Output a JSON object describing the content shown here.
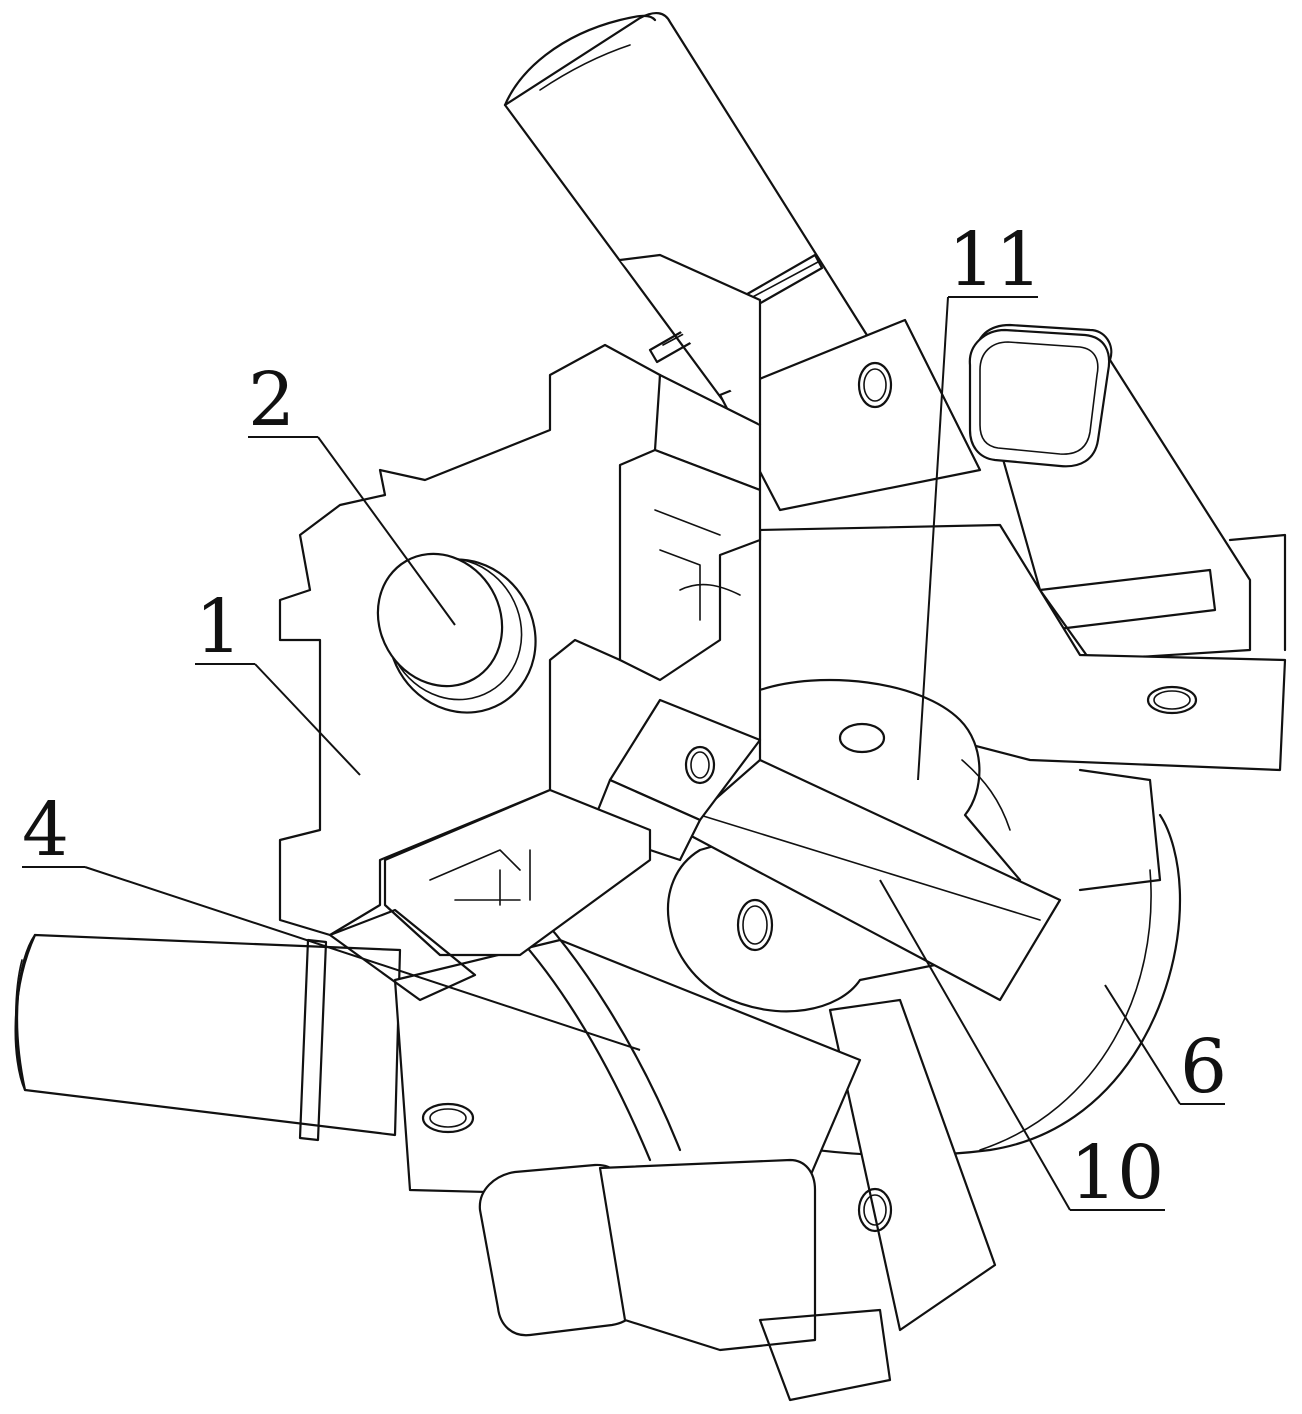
{
  "figure": {
    "labels": [
      {
        "id": "label-1",
        "text": "1"
      },
      {
        "id": "label-2",
        "text": "2"
      },
      {
        "id": "label-4",
        "text": "4"
      },
      {
        "id": "label-6",
        "text": "6"
      },
      {
        "id": "label-10",
        "text": "10"
      },
      {
        "id": "label-11",
        "text": "11"
      }
    ]
  }
}
